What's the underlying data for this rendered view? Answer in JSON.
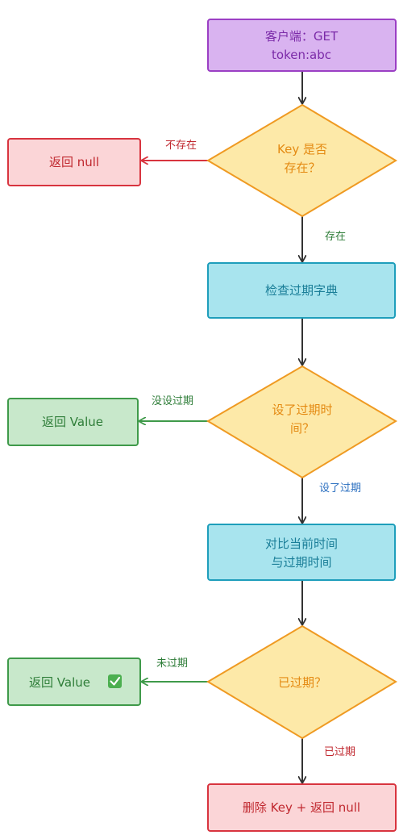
{
  "colors": {
    "purple_fill": "#d9b3f0",
    "purple_stroke": "#9b3fc4",
    "purple_text": "#7b2aa8",
    "red_fill": "#fbd5d7",
    "red_stroke": "#d8343f",
    "red_text": "#c0282f",
    "yellow_fill": "#fde9a8",
    "yellow_stroke": "#ef9a22",
    "yellow_text": "#e48a12",
    "cyan_fill": "#a8e4ee",
    "cyan_stroke": "#1e9ebb",
    "cyan_text": "#1a7e98",
    "green_fill": "#c8e8cb",
    "green_stroke": "#3f9a4a",
    "green_text": "#2e7d38",
    "arrow": "#333333",
    "label_blue": "#2b6fc0"
  },
  "nodes": {
    "start": [
      "客户端：GET",
      "token:abc"
    ],
    "key_exists": [
      "Key 是否",
      "存在？"
    ],
    "return_null": [
      "返回 null"
    ],
    "check_dict": [
      "检查过期字典"
    ],
    "has_expiry": [
      "设了过期时",
      "间？"
    ],
    "return_value_1": [
      "返回 Value"
    ],
    "compare_time": [
      "对比当前时间",
      "与过期时间"
    ],
    "expired": [
      "已过期？"
    ],
    "return_value_2": [
      "返回 Value"
    ],
    "delete_return": [
      "删除 Key + 返回 null"
    ]
  },
  "edges": {
    "not_exists": "不存在",
    "exists": "存在",
    "no_expiry": "没设过期",
    "has_expiry": "设了过期",
    "not_expired": "未过期",
    "is_expired": "已过期"
  }
}
